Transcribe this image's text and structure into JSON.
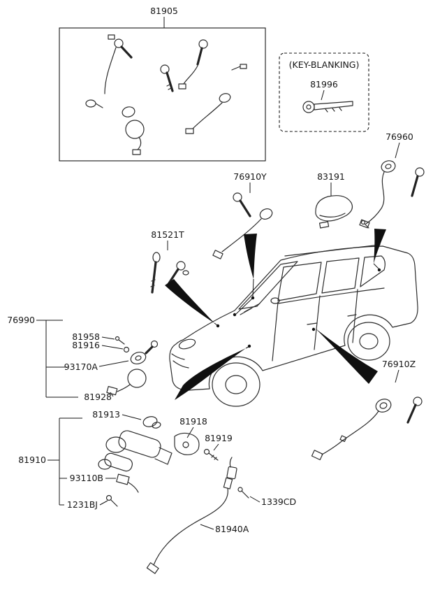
{
  "diagram": {
    "labels": {
      "p81905": "81905",
      "key_blanking": "(KEY-BLANKING)",
      "p81996": "81996",
      "p76960": "76960",
      "p76910Y": "76910Y",
      "p83191": "83191",
      "p81521T": "81521T",
      "p76990": "76990",
      "p81958": "81958",
      "p81916": "81916",
      "p93170A": "93170A",
      "p81928": "81928",
      "p81913": "81913",
      "p81918": "81918",
      "p81919": "81919",
      "p81910": "81910",
      "p93110B": "93110B",
      "p1231BJ": "1231BJ",
      "p1339CD": "1339CD",
      "p81940A": "81940A",
      "p76910Z": "76910Z"
    },
    "colors": {
      "line": "#161616",
      "background": "#ffffff"
    }
  }
}
